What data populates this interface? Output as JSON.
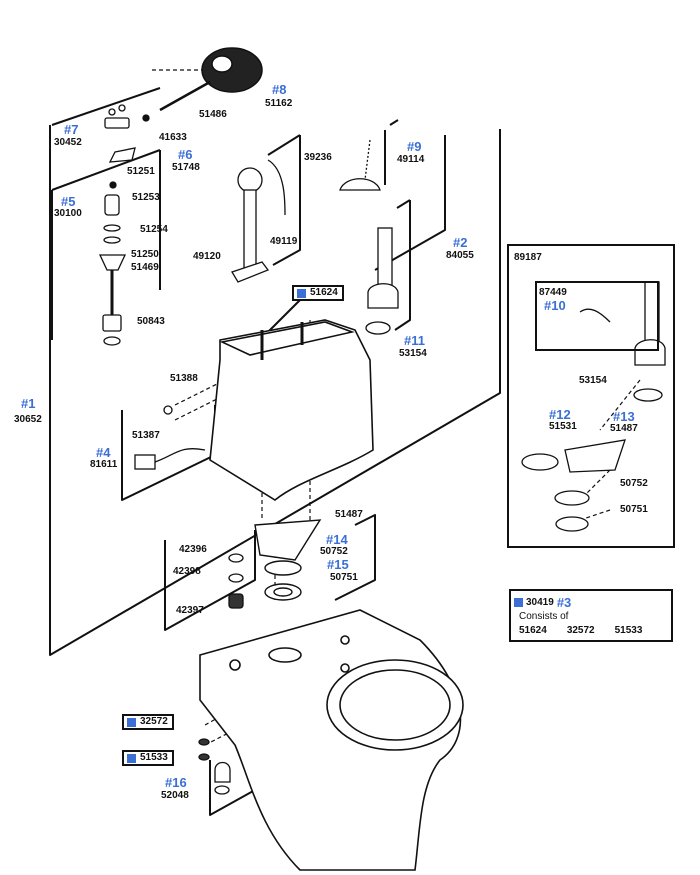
{
  "labels": {
    "p1": {
      "ref": "#1",
      "part": "30652"
    },
    "p2": {
      "ref": "#2",
      "part": "84055"
    },
    "p4": {
      "ref": "#4",
      "part": "81611"
    },
    "p5": {
      "ref": "#5",
      "part": "30100"
    },
    "p6": {
      "ref": "#6",
      "part": "51748"
    },
    "p7": {
      "ref": "#7",
      "part": "30452"
    },
    "p8": {
      "ref": "#8",
      "part": "51162"
    },
    "p9": {
      "ref": "#9",
      "part": "49114"
    },
    "p10": {
      "ref": "#10",
      "part": "87449"
    },
    "p11": {
      "ref": "#11",
      "part": "53154"
    },
    "p12": {
      "ref": "#12",
      "part": "51531"
    },
    "p13": {
      "ref": "#13",
      "part": "51487"
    },
    "p14": {
      "ref": "#14",
      "part": "50752"
    },
    "p15": {
      "ref": "#15",
      "part": "50751"
    },
    "p16": {
      "ref": "#16",
      "part": "52048"
    }
  },
  "parts": {
    "n51486": "51486",
    "n41633": "41633",
    "n51251": "51251",
    "n51253": "51253",
    "n51254": "51254",
    "n51250": "51250",
    "n51469": "51469",
    "n50843": "50843",
    "n39236": "39236",
    "n49119": "49119",
    "n49120": "49120",
    "n51388": "51388",
    "n51387": "51387",
    "n51487": "51487",
    "n42396": "42396",
    "n42398": "42398",
    "n42397": "42397",
    "n89187": "89187",
    "k53154": "53154",
    "k50752": "50752",
    "k50751": "50751"
  },
  "boxed_tags": {
    "tank_bolts": "51624",
    "washer": "32572",
    "nut": "51533"
  },
  "kit": {
    "part": "30419",
    "ref": "#3",
    "consists_label": "Consists of",
    "items": [
      "51624",
      "32572",
      "51533"
    ]
  },
  "colors": {
    "ref_blue": "#3b6fd6",
    "line": "#111111",
    "part_fill": "#ffffff"
  }
}
